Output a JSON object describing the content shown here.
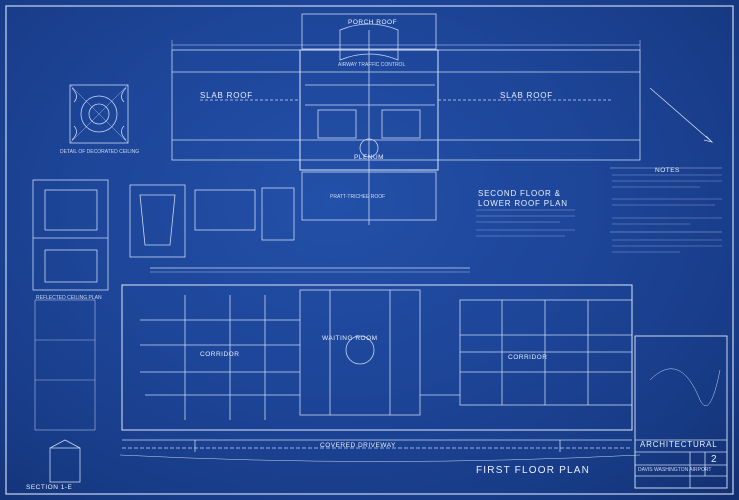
{
  "labels": {
    "porch_roof": "PORCH ROOF",
    "airway_traffic_control": "AIRWAY TRAFFIC CONTROL",
    "slab_roof_left": "SLAB ROOF",
    "slab_roof_right": "SLAB ROOF",
    "plenum": "PLENUM",
    "pratt_trichee_roof": "PRATT-TRICHEE ROOF",
    "second_floor_title": "SECOND FLOOR &",
    "lower_roof_title": "LOWER ROOF PLAN",
    "reflected_ceiling": "REFLECTED CEILING PLAN",
    "ceiling_detail": "DETAIL OF DECORATED CEILING",
    "waiting_room": "WAITING ROOM",
    "corridor_left": "CORRIDOR",
    "corridor_right": "CORRIDOR",
    "covered_driveway": "COVERED DRIVEWAY",
    "first_floor_plan": "FIRST FLOOR PLAN",
    "section": "SECTION 1-E",
    "architectural": "ARCHITECTURAL",
    "project": "DAVIS WASHINGTON AIRPORT",
    "sheet_no": "2",
    "notes_title": "NOTES"
  },
  "colors": {
    "paper": "#1d4598",
    "line": "#dfe8ff"
  }
}
